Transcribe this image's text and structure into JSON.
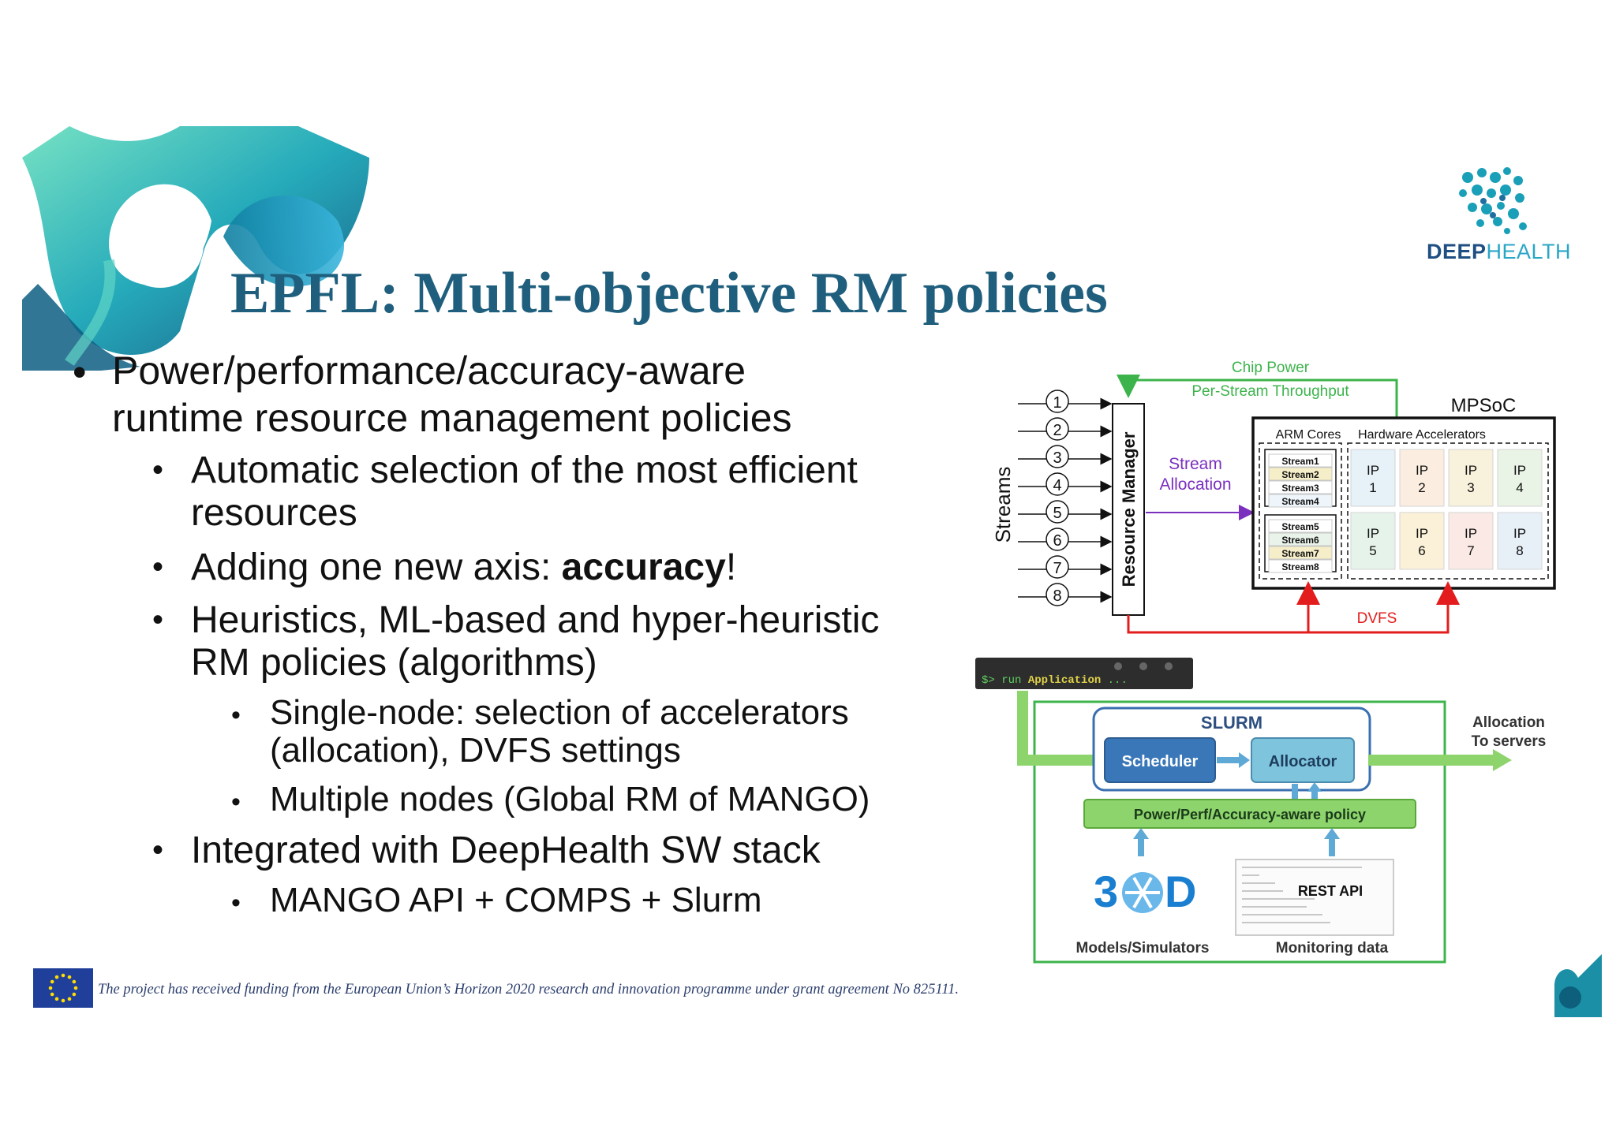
{
  "title": "EPFL: Multi-objective RM policies",
  "logo": {
    "brand_name": "DEEPHEALTH",
    "brand_first": "DEEP",
    "brand_second": "HEALTH"
  },
  "bullets": {
    "b1_line1": "Power/performance/accuracy-aware",
    "b1_line2": "runtime resource management policies",
    "b1a_line1": "Automatic selection of the most efficient",
    "b1a_line2": "resources",
    "b1b_pre": "Adding one new axis: ",
    "b1b_bold": "accuracy",
    "b1b_post": "!",
    "b1c_line1": "Heuristics, ML-based and hyper-heuristic",
    "b1c_line2": "RM policies (algorithms)",
    "b1c_i_line1": "Single-node: selection of accelerators",
    "b1c_i_line2": "(allocation), DVFS settings",
    "b1c_ii": "Multiple nodes (Global RM of MANGO)",
    "b1d": "Integrated with DeepHealth SW stack",
    "b1d_i": "MANGO API + COMPS + Slurm"
  },
  "mpsoc_diagram": {
    "chip_power": "Chip Power",
    "per_stream_throughput": "Per-Stream Throughput",
    "mpsoc": "MPSoC",
    "streams_label": "Streams",
    "stream_numbers": [
      "1",
      "2",
      "3",
      "4",
      "5",
      "6",
      "7",
      "8"
    ],
    "resource_manager": "Resource Manager",
    "stream_allocation_line1": "Stream",
    "stream_allocation_line2": "Allocation",
    "arm_cores": "ARM Cores",
    "hardware_accelerators": "Hardware Accelerators",
    "stream_list": [
      "Stream1",
      "Stream2",
      "Stream3",
      "Stream4",
      "Stream5",
      "Stream6",
      "Stream7",
      "Stream8"
    ],
    "ip_label": "IP",
    "ip_numbers": [
      "1",
      "2",
      "3",
      "4",
      "5",
      "6",
      "7",
      "8"
    ],
    "dvfs": "DVFS"
  },
  "slurm_diagram": {
    "terminal_prompt": "$> run",
    "terminal_app": "Application",
    "terminal_ellipsis": "...",
    "slurm": "SLURM",
    "scheduler": "Scheduler",
    "allocator": "Allocator",
    "allocation_line1": "Allocation",
    "allocation_line2": "To servers",
    "policy": "Power/Perf/Accuracy-aware policy",
    "logo_3d_left": "3",
    "logo_3d_right": "D",
    "rest_api": "REST API",
    "models_simulators": "Models/Simulators",
    "monitoring_data": "Monitoring data"
  },
  "footer": {
    "funding": "The project has received funding from the European Union’s Horizon 2020 research and innovation programme under grant agreement No 825111."
  },
  "colors": {
    "title": "#1f5f7d",
    "teal": "#1f8fa8",
    "green_arrow": "#3cb44b",
    "red_arrow": "#e31d1d",
    "purple_arrow": "#7a2fbf",
    "scheduler_blue": "#3a77b8",
    "allocator_blue": "#7fc4dd",
    "policy_green": "#8ed46c",
    "eu_blue": "#1f3f9a"
  }
}
